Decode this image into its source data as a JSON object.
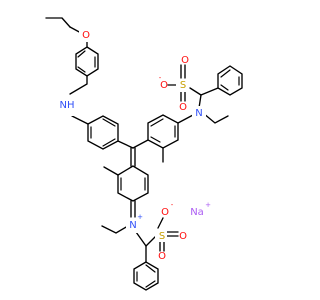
{
  "colors": {
    "oxygen": "#ff0d0d",
    "nitrogen": "#3050f8",
    "sulfur": "#c8a000",
    "sodium": "#ab5cf2",
    "carbon": "#000000",
    "background": "#ffffff"
  },
  "atoms": {
    "ether_o": "O",
    "nh": "NH",
    "n_amine": "N",
    "n_plus": "N",
    "s1": "S",
    "s2": "S",
    "o_s1_top": "O",
    "o_s1_left": "O",
    "o_s1_bottom": "O",
    "o_s2_top": "O",
    "o_s2_right": "O",
    "o_s2_bottom": "O",
    "na": "Na"
  },
  "charges": {
    "n_plus": "+",
    "o_s1_left": "-",
    "o_s2_top": "-",
    "na": "+"
  }
}
